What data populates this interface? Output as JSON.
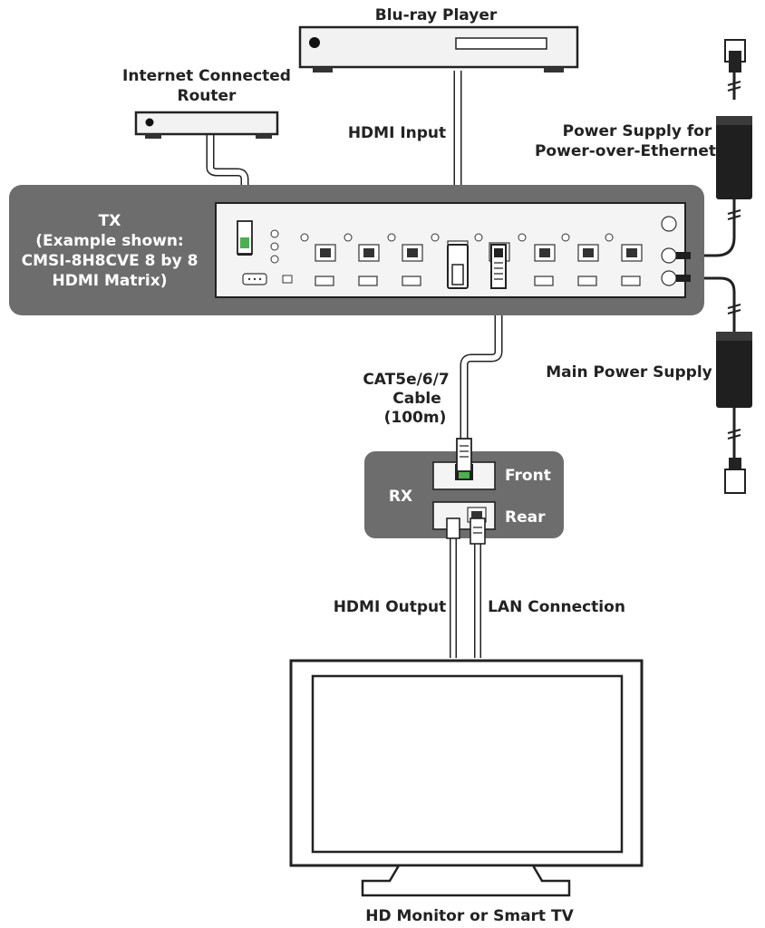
{
  "labels": {
    "bluray": "Blu-ray Player",
    "router_line1": "Internet Connected",
    "router_line2": "Router",
    "hdmi_input": "HDMI Input",
    "poe_line1": "Power Supply for",
    "poe_line2": "Power-over-Ethernet",
    "tx_line1": "TX",
    "tx_line2": "(Example shown:",
    "tx_line3": "CMSI-8H8CVE 8 by 8",
    "tx_line4": "HDMI Matrix)",
    "main_power": "Main Power Supply",
    "cable_line1": "CAT5e/6/7",
    "cable_line2": "Cable",
    "cable_line3": "(100m)",
    "rx": "RX",
    "front": "Front",
    "rear": "Rear",
    "hdmi_output": "HDMI Output",
    "lan_connection": "LAN Connection",
    "monitor": "HD Monitor or Smart TV"
  },
  "colors": {
    "panel": "#6d6d6d",
    "device": "#f2f2f2",
    "outline": "#222222",
    "adapter": "#1f1f1f"
  }
}
